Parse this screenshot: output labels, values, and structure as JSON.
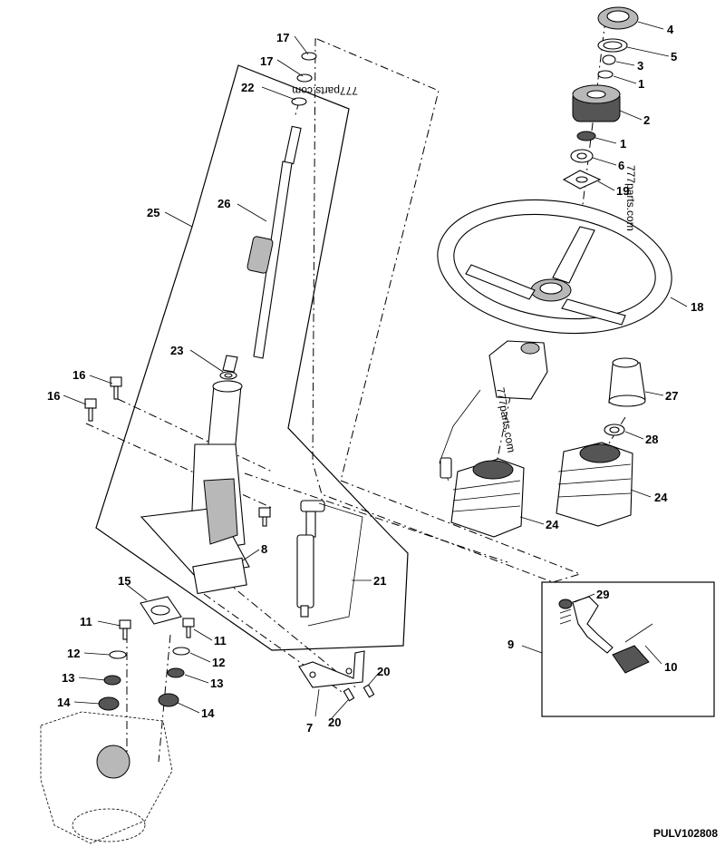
{
  "diagram": {
    "drawing_code": "PULV102808",
    "watermarks": [
      "777parts.com",
      "777parts.com",
      "777parts.com"
    ],
    "callouts": [
      "17",
      "17",
      "22",
      "25",
      "26",
      "23",
      "16",
      "16",
      "15",
      "11",
      "12",
      "13",
      "14",
      "11",
      "12",
      "13",
      "14",
      "8",
      "21",
      "7",
      "20",
      "20",
      "4",
      "5",
      "3",
      "1",
      "2",
      "1",
      "6",
      "19",
      "18",
      "27",
      "28",
      "24",
      "24",
      "29",
      "9",
      "10"
    ]
  }
}
